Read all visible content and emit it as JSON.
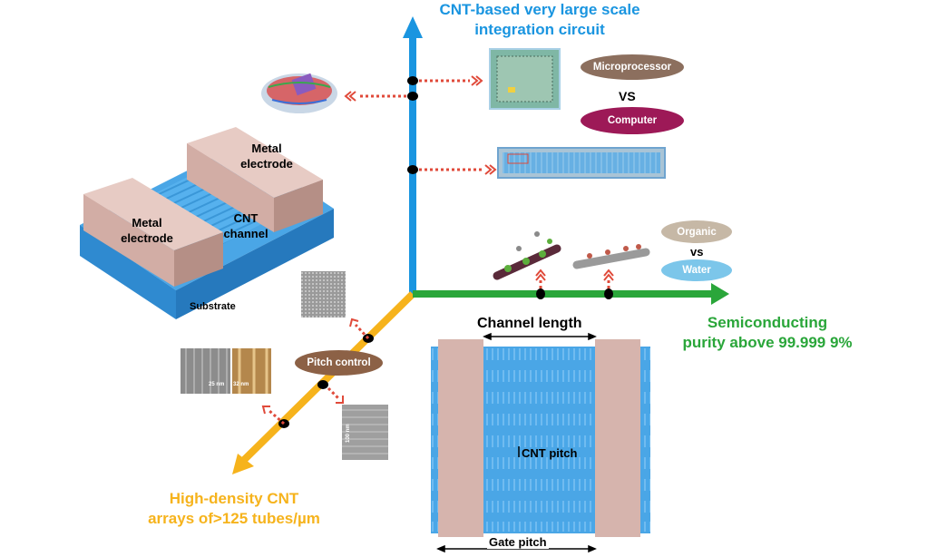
{
  "vertical_axis": {
    "title_line1": "CNT-based very large scale",
    "title_line2": "integration circuit",
    "color": "#1a95e0"
  },
  "horizontal_axis": {
    "title_line1": "Semiconducting",
    "title_line2": "purity above 99.999 9%",
    "color": "#2aa63a"
  },
  "diagonal_axis": {
    "title_line1": "High-density CNT",
    "title_line2": "arrays of>125 tubes/µm",
    "color": "#f6b31c"
  },
  "comparison_top": {
    "left": "Microprocessor",
    "vs": "VS",
    "right": "Computer",
    "left_color": "#8c6f5e",
    "right_color": "#9d1957"
  },
  "comparison_right": {
    "top": "Organic",
    "vs": "vs",
    "bottom": "Water",
    "top_color": "#c6b8a6",
    "bottom_color": "#7cc6ea"
  },
  "pitch_control": {
    "label": "Pitch control",
    "color": "#8c6146"
  },
  "device_3d": {
    "electrode_back": "Metal\nelectrode",
    "electrode_front": "Metal\nelectrode",
    "channel": "CNT\nchannel",
    "substrate": "Substrate"
  },
  "device_top": {
    "channel_length": "Channel length",
    "cnt_pitch": "CNT pitch",
    "gate_pitch": "Gate pitch"
  },
  "micrographs": {
    "scale_left": "25 nm",
    "scale_right": "32 nm",
    "scale_bottom": "100 nm"
  },
  "colors": {
    "electrode": "#d6b4ad",
    "substrate": "#3d9fe0",
    "dot_arrow": "#e04a3a"
  }
}
